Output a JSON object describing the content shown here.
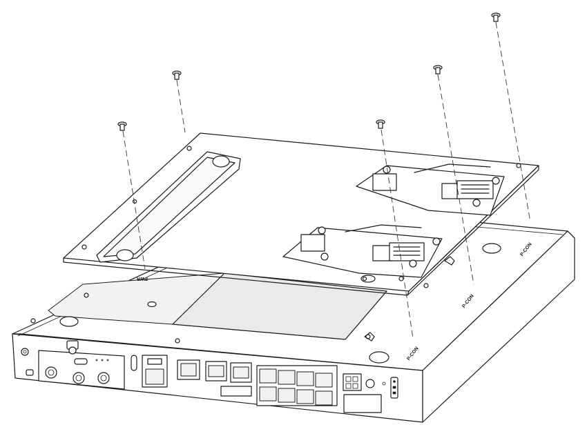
{
  "labels": {
    "pwr_label_left": "PWR",
    "port_label_a": "P-CON",
    "port_label_b": "P-CON",
    "port_label_c": "P-CON"
  },
  "colors": {
    "line": "#1a1a1a",
    "background": "#ffffff",
    "shade": "#f2f2f2"
  },
  "icons": [
    "screw-icon",
    "ethernet-port-icon",
    "antenna-connector-icon",
    "power-connector-icon"
  ]
}
